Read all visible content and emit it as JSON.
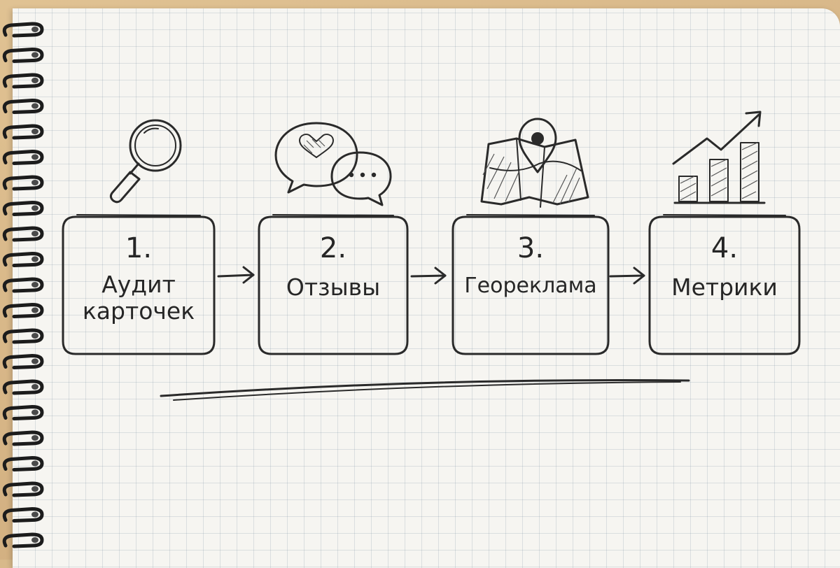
{
  "steps": [
    {
      "number": "1.",
      "label": "Аудит карточек",
      "icon": "magnifier-icon"
    },
    {
      "number": "2.",
      "label": "Отзывы",
      "icon": "speech-bubbles-icon"
    },
    {
      "number": "3.",
      "label": "Георeклама",
      "icon": "map-pin-icon"
    },
    {
      "number": "4.",
      "label": "Метрики",
      "icon": "growth-chart-icon"
    }
  ],
  "colors": {
    "ink": "#2a2a2a",
    "paper": "#f6f5f1",
    "grid": "#8ca0b4",
    "desk": "#d8b98a",
    "spiral": "#1c1c1c"
  }
}
